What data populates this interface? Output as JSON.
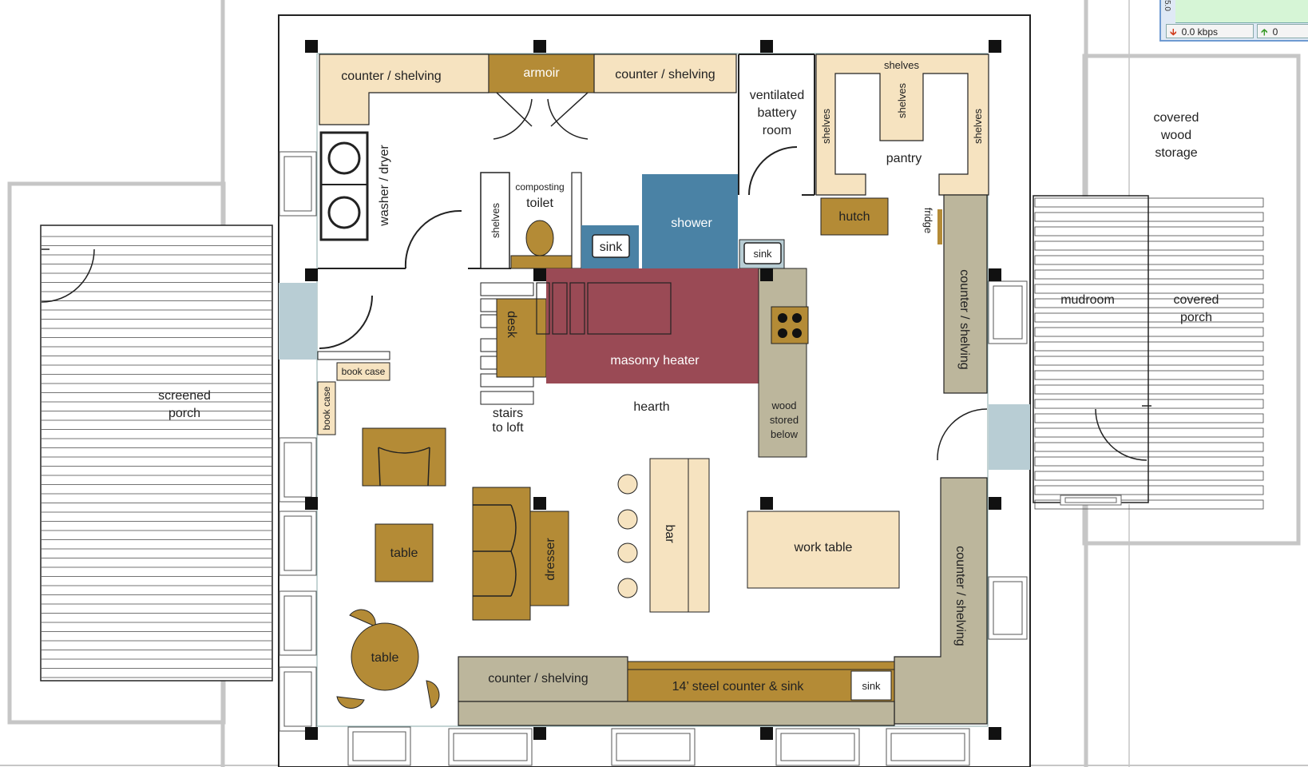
{
  "colors": {
    "cream": "#f6e3c0",
    "gold": "#b48b36",
    "shower_blue": "#4a82a5",
    "masonry": "#9a4a55",
    "taupe": "#bcb69c",
    "glass": "#b8cdd4",
    "grid_gray": "#c6c6c6"
  },
  "labels": {
    "counter_shelving_tl": "counter / shelving",
    "armoir": "armoir",
    "counter_shelving_tc": "counter / shelving",
    "ventilated_1": "ventilated",
    "ventilated_2": "battery",
    "ventilated_3": "room",
    "shelves_top": "shelves",
    "shelves_mid": "shelves",
    "shelves_left": "shelves",
    "shelves_right": "shelves",
    "pantry": "pantry",
    "washer_dryer": "washer / dryer",
    "shelves_toilet": "shelves",
    "composting": "composting",
    "toilet": "toilet",
    "sink_bath": "sink",
    "shower": "shower",
    "sink_small": "sink",
    "hutch": "hutch",
    "fridge": "fridge",
    "counter_shelving_right": "counter / shelving",
    "desk": "desk",
    "masonry_heater": "masonry heater",
    "book_case_h": "book case",
    "book_case_v": "book case",
    "stairs_1": "stairs",
    "stairs_2": "to loft",
    "hearth": "hearth",
    "wood_1": "wood",
    "wood_2": "stored",
    "wood_3": "below",
    "screened_1": "screened",
    "screened_2": "porch",
    "table_sq": "table",
    "table_round": "table",
    "dresser": "dresser",
    "bar": "bar",
    "work_table": "work table",
    "counter_shelving_br": "counter / shelving",
    "counter_shelving_bl": "counter / shelving",
    "steel_counter": "14’ steel counter & sink",
    "sink_bottom": "sink",
    "covered_wood_1": "covered",
    "covered_wood_2": "wood",
    "covered_wood_3": "storage",
    "mudroom": "mudroom",
    "covered_porch_1": "covered",
    "covered_porch_2": "porch"
  },
  "net_meter": {
    "scale": "5.0",
    "download": "0.0 kbps",
    "upload": "0"
  }
}
